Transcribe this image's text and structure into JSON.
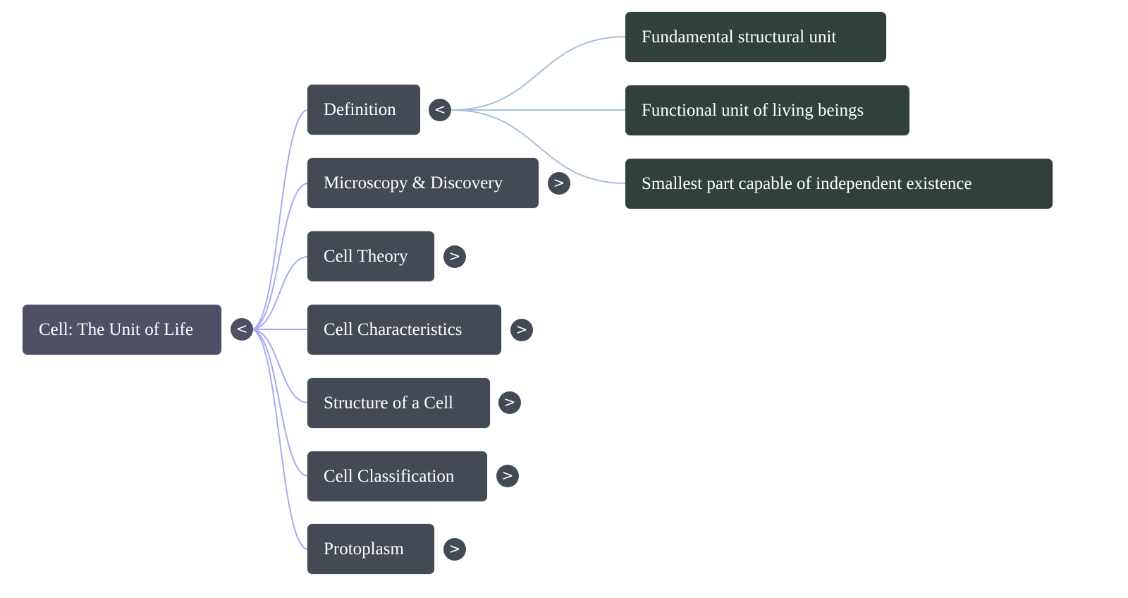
{
  "colors": {
    "root_bg": "#4f5066",
    "branch_bg": "#434a54",
    "leaf_bg": "#32403d",
    "root_link": "#a4acf0",
    "leaf_link": "#a9bfd8"
  },
  "mindmap": {
    "root": {
      "label": "Cell: The Unit of Life",
      "toggle": "<",
      "state": "expanded"
    },
    "branches": [
      {
        "label": "Definition",
        "toggle": "<",
        "state": "expanded",
        "children": [
          {
            "label": "Fundamental structural unit"
          },
          {
            "label": "Functional unit of living beings"
          },
          {
            "label": "Smallest part capable of independent existence"
          }
        ]
      },
      {
        "label": "Microscopy & Discovery",
        "toggle": ">",
        "state": "collapsed"
      },
      {
        "label": "Cell Theory",
        "toggle": ">",
        "state": "collapsed"
      },
      {
        "label": "Cell Characteristics",
        "toggle": ">",
        "state": "collapsed"
      },
      {
        "label": "Structure of a Cell",
        "toggle": ">",
        "state": "collapsed"
      },
      {
        "label": "Cell Classification",
        "toggle": ">",
        "state": "collapsed"
      },
      {
        "label": "Protoplasm",
        "toggle": ">",
        "state": "collapsed"
      }
    ]
  }
}
